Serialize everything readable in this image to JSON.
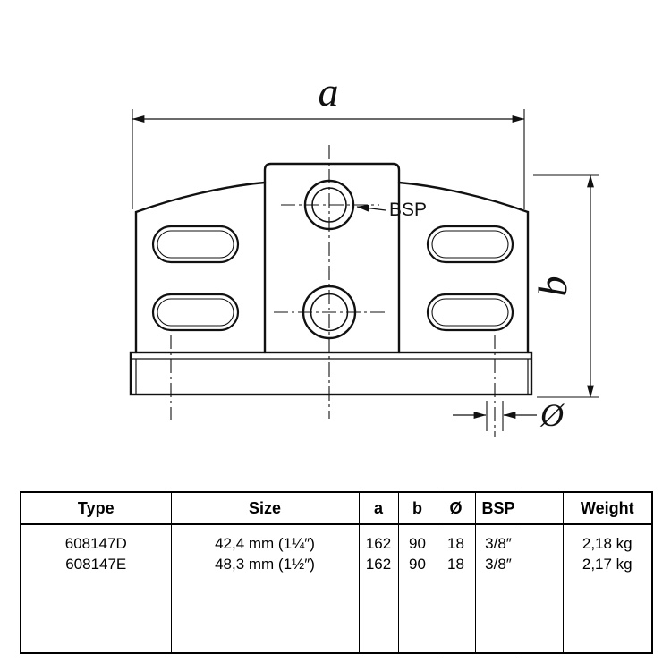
{
  "drawing": {
    "dim_a_label": "a",
    "dim_b_label": "b",
    "bsp_label": "BSP",
    "diameter_label": "Ø"
  },
  "table": {
    "headers": {
      "type": "Type",
      "size": "Size",
      "a": "a",
      "b": "b",
      "diameter": "Ø",
      "bsp": "BSP",
      "weight": "Weight"
    },
    "rows": [
      {
        "type": "608147D",
        "size": "42,4 mm (1¼″)",
        "a": "162",
        "b": "90",
        "diameter": "18",
        "bsp": "3/8″",
        "weight": "2,18 kg"
      },
      {
        "type": "608147E",
        "size": "48,3 mm (1½″)",
        "a": "162",
        "b": "90",
        "diameter": "18",
        "bsp": "3/8″",
        "weight": "2,17 kg"
      }
    ]
  }
}
